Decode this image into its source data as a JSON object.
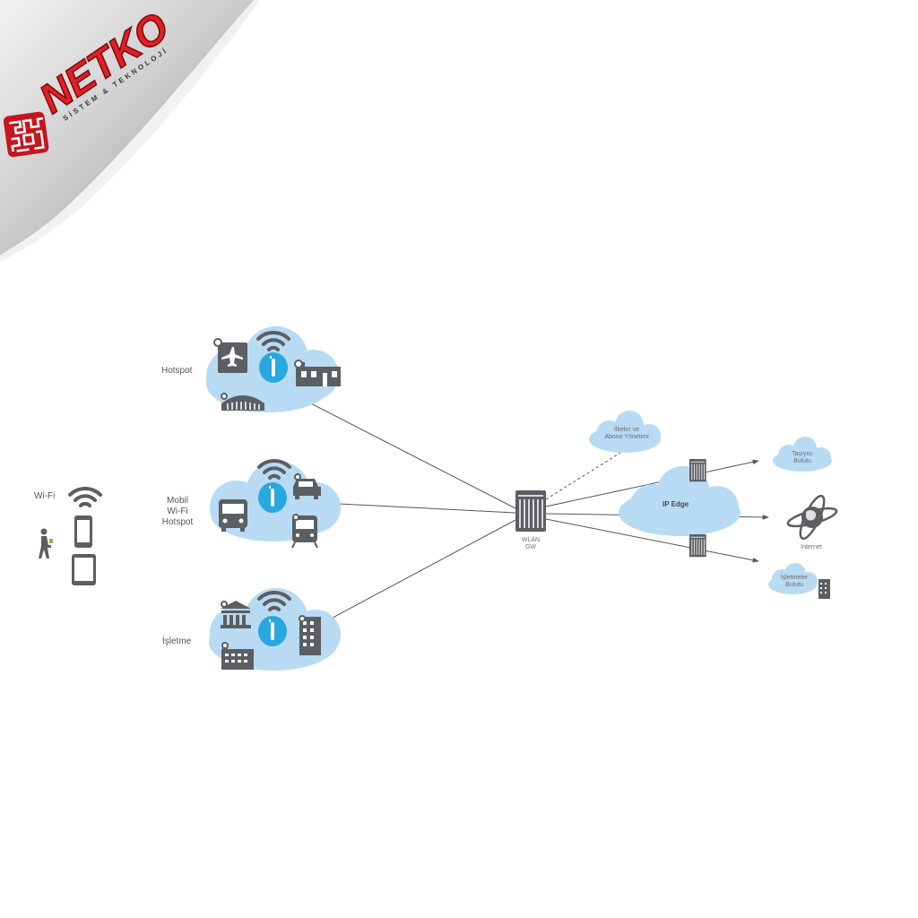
{
  "logo": {
    "brand": "NETKO",
    "tagline": "SİSTEM & TEKNOLOJİ",
    "colors": {
      "brand_red": "#e41e26",
      "dark": "#3a3a3a"
    }
  },
  "diagram": {
    "client": {
      "label": "Wi-Fi"
    },
    "clouds": {
      "hotspot": {
        "label": "Hotspot"
      },
      "mobile": {
        "label_line1": "Mobil",
        "label_line2": "Wi-Fi",
        "label_line3": "Hotspot"
      },
      "business": {
        "label": "İşletme"
      },
      "policies": {
        "line1": "İlkeler ve",
        "line2": "Abone Yönetimi"
      },
      "ip_edge": {
        "label": "IP Edge"
      },
      "carrier": {
        "line1": "Taşıyıcı",
        "line2": "Bulutu"
      },
      "internet": {
        "label": "Internet"
      },
      "enterprises": {
        "line1": "İşletmeler",
        "line2": "Bulutu"
      }
    },
    "gateway": {
      "line1": "WLAN",
      "line2": "GW"
    },
    "colors": {
      "cloud": "#b8dbf3",
      "icon": "#5b5e63",
      "ap": "#29a8e0",
      "line": "#555555"
    }
  }
}
